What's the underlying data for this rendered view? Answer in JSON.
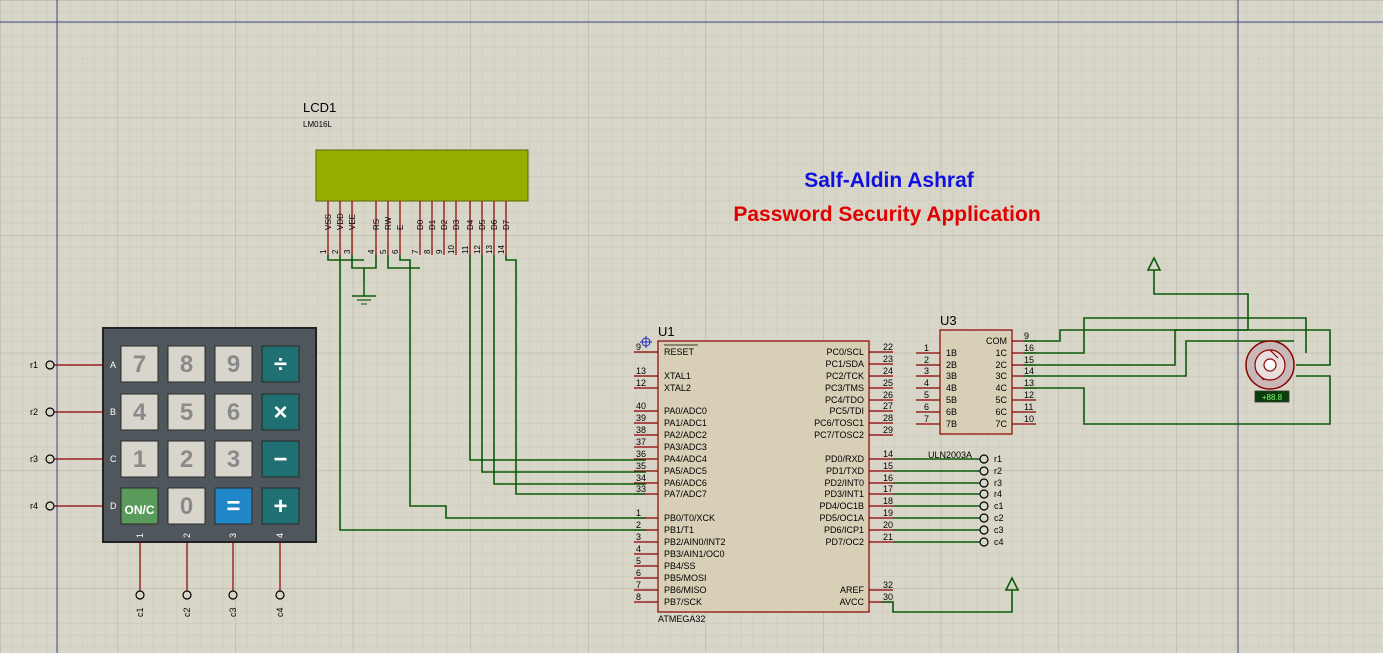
{
  "title": {
    "author": "Salf-Aldin Ashraf",
    "project": "Password Security Application",
    "author_color": "#1010e0",
    "project_color": "#e00000"
  },
  "lcd": {
    "ref": "LCD1",
    "part": "LM016L",
    "screen_color": "#97ad00",
    "pin_names": [
      "VSS",
      "VDD",
      "VEE",
      "RS",
      "RW",
      "E",
      "D0",
      "D1",
      "D2",
      "D3",
      "D4",
      "D5",
      "D6",
      "D7"
    ],
    "pin_numbers": [
      "1",
      "2",
      "3",
      "4",
      "5",
      "6",
      "7",
      "8",
      "9",
      "10",
      "11",
      "12",
      "13",
      "14"
    ]
  },
  "mcu": {
    "ref": "U1",
    "part": "ATMEGA32",
    "left_pins": [
      {
        "num": "9",
        "name": "RESET"
      },
      {
        "num": "13",
        "name": "XTAL1"
      },
      {
        "num": "12",
        "name": "XTAL2"
      },
      {
        "num": "40",
        "name": "PA0/ADC0"
      },
      {
        "num": "39",
        "name": "PA1/ADC1"
      },
      {
        "num": "38",
        "name": "PA2/ADC2"
      },
      {
        "num": "37",
        "name": "PA3/ADC3"
      },
      {
        "num": "36",
        "name": "PA4/ADC4"
      },
      {
        "num": "35",
        "name": "PA5/ADC5"
      },
      {
        "num": "34",
        "name": "PA6/ADC6"
      },
      {
        "num": "33",
        "name": "PA7/ADC7"
      },
      {
        "num": "1",
        "name": "PB0/T0/XCK"
      },
      {
        "num": "2",
        "name": "PB1/T1"
      },
      {
        "num": "3",
        "name": "PB2/AIN0/INT2"
      },
      {
        "num": "4",
        "name": "PB3/AIN1/OC0"
      },
      {
        "num": "5",
        "name": "PB4/SS"
      },
      {
        "num": "6",
        "name": "PB5/MOSI"
      },
      {
        "num": "7",
        "name": "PB6/MISO"
      },
      {
        "num": "8",
        "name": "PB7/SCK"
      }
    ],
    "right_pins": [
      {
        "num": "22",
        "name": "PC0/SCL"
      },
      {
        "num": "23",
        "name": "PC1/SDA"
      },
      {
        "num": "24",
        "name": "PC2/TCK"
      },
      {
        "num": "25",
        "name": "PC3/TMS"
      },
      {
        "num": "26",
        "name": "PC4/TDO"
      },
      {
        "num": "27",
        "name": "PC5/TDI"
      },
      {
        "num": "28",
        "name": "PC6/TOSC1"
      },
      {
        "num": "29",
        "name": "PC7/TOSC2"
      },
      {
        "num": "14",
        "name": "PD0/RXD"
      },
      {
        "num": "15",
        "name": "PD1/TXD"
      },
      {
        "num": "16",
        "name": "PD2/INT0"
      },
      {
        "num": "17",
        "name": "PD3/INT1"
      },
      {
        "num": "18",
        "name": "PD4/OC1B"
      },
      {
        "num": "19",
        "name": "PD5/OC1A"
      },
      {
        "num": "20",
        "name": "PD6/ICP1"
      },
      {
        "num": "21",
        "name": "PD7/OC2"
      },
      {
        "num": "32",
        "name": "AREF"
      },
      {
        "num": "30",
        "name": "AVCC"
      }
    ]
  },
  "driver": {
    "ref": "U3",
    "part": "ULN2003A",
    "left_pins": [
      {
        "num": "1",
        "name": "1B"
      },
      {
        "num": "2",
        "name": "2B"
      },
      {
        "num": "3",
        "name": "3B"
      },
      {
        "num": "4",
        "name": "4B"
      },
      {
        "num": "5",
        "name": "5B"
      },
      {
        "num": "6",
        "name": "6B"
      },
      {
        "num": "7",
        "name": "7B"
      }
    ],
    "right_pins": [
      {
        "num": "9",
        "name": "COM"
      },
      {
        "num": "16",
        "name": "1C"
      },
      {
        "num": "15",
        "name": "2C"
      },
      {
        "num": "14",
        "name": "3C"
      },
      {
        "num": "13",
        "name": "4C"
      },
      {
        "num": "12",
        "name": "5C"
      },
      {
        "num": "11",
        "name": "6C"
      },
      {
        "num": "10",
        "name": "7C"
      }
    ]
  },
  "keypad": {
    "keys": [
      {
        "label": "7",
        "style": "gray"
      },
      {
        "label": "8",
        "style": "gray"
      },
      {
        "label": "9",
        "style": "gray"
      },
      {
        "label": "÷",
        "style": "teal"
      },
      {
        "label": "4",
        "style": "gray"
      },
      {
        "label": "5",
        "style": "gray"
      },
      {
        "label": "6",
        "style": "gray"
      },
      {
        "label": "×",
        "style": "teal"
      },
      {
        "label": "1",
        "style": "gray"
      },
      {
        "label": "2",
        "style": "gray"
      },
      {
        "label": "3",
        "style": "gray"
      },
      {
        "label": "−",
        "style": "teal"
      },
      {
        "label": "ON/C",
        "style": "green"
      },
      {
        "label": "0",
        "style": "gray"
      },
      {
        "label": "=",
        "style": "blue"
      },
      {
        "label": "+",
        "style": "teal"
      }
    ],
    "row_letters": [
      "A",
      "B",
      "C",
      "D"
    ],
    "col_numbers": [
      "1",
      "2",
      "3",
      "4"
    ],
    "row_terminals": [
      "r1",
      "r2",
      "r3",
      "r4"
    ],
    "col_terminals": [
      "c1",
      "c2",
      "c3",
      "c4"
    ]
  },
  "port_d_terminals": [
    "r1",
    "r2",
    "r3",
    "r4",
    "c1",
    "c2",
    "c3",
    "c4"
  ],
  "motor": {
    "readout": "+88.8"
  },
  "colors": {
    "wire": "#0a5a0a",
    "pin": "#8b0000",
    "body": "#d7cfb6",
    "grid_minor": "#c2c0b0",
    "grid_major": "#a9a797"
  }
}
